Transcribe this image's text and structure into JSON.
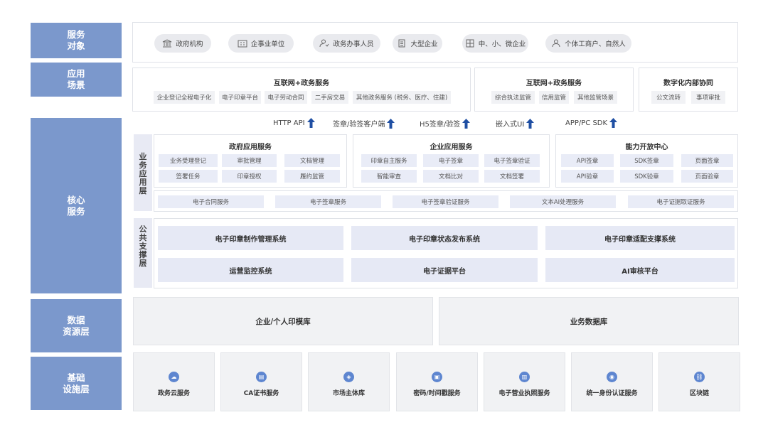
{
  "layers": {
    "service_objects": "服务\n对象",
    "scenarios": "应用\n场景",
    "core": "核心\n服务",
    "data": "数据\n资源层",
    "infra": "基础\n设施层"
  },
  "service_objects": [
    {
      "label": "政府机构",
      "icon": "government-building-icon"
    },
    {
      "label": "企事业单位",
      "icon": "office-building-icon"
    },
    {
      "label": "政务办事人员",
      "icon": "staff-person-icon"
    },
    {
      "label": "大型企业",
      "icon": "enterprise-building-icon"
    },
    {
      "label": "中、小、微企业",
      "icon": "small-business-icon"
    },
    {
      "label": "个体工商户、自然人",
      "icon": "person-icon"
    }
  ],
  "scenarios": [
    {
      "title": "互联网+政务服务",
      "tags": [
        "企业登记全程电子化",
        "电子印章平台",
        "电子劳动合同",
        "二手房交易",
        "其他政务服务 (税务、医疗、住建)"
      ]
    },
    {
      "title": "互联网+政务服务",
      "tags": [
        "综合执法监管",
        "信用监管",
        "其他监管场景"
      ]
    },
    {
      "title": "数字化内部协同",
      "tags": [
        "公文流转",
        "事项审批"
      ]
    }
  ],
  "apis": [
    "HTTP API",
    "签章/验签客户端",
    "H5签章/验签",
    "嵌入式UI",
    "APP/PC SDK"
  ],
  "business_layer": {
    "label": "业务应用层",
    "services": [
      {
        "title": "政府应用服务",
        "items": [
          "业务受理登记",
          "审批管理",
          "文档管理",
          "签署任务",
          "印章授权",
          "履约监管"
        ]
      },
      {
        "title": "企业应用服务",
        "items": [
          "印章自主服务",
          "电子签章",
          "电子签章验证",
          "智能审查",
          "文档比对",
          "文档签署"
        ]
      },
      {
        "title": "能力开放中心",
        "items": [
          "API签章",
          "SDK签章",
          "页面签章",
          "API验章",
          "SDK验章",
          "页面验章"
        ]
      }
    ],
    "bottom_row": [
      "电子合同服务",
      "电子签章服务",
      "电子签章验证服务",
      "文本AI处理服务",
      "电子证据取证服务"
    ]
  },
  "support_layer": {
    "label": "公共支撑层",
    "systems": [
      "电子印章制作管理系统",
      "电子印章状态发布系统",
      "电子印章适配支撑系统",
      "运营监控系统",
      "电子证据平台",
      "AI审核平台"
    ]
  },
  "data_layer": [
    "企业/个人印模库",
    "业务数据库"
  ],
  "infra_layer": [
    {
      "label": "政务云服务",
      "icon": "cloud-icon"
    },
    {
      "label": "CA证书服务",
      "icon": "certificate-icon"
    },
    {
      "label": "市场主体库",
      "icon": "cube-icon"
    },
    {
      "label": "密码/时间戳服务",
      "icon": "lock-icon"
    },
    {
      "label": "电子营业执照服务",
      "icon": "license-icon"
    },
    {
      "label": "统一身份认证服务",
      "icon": "identity-icon"
    },
    {
      "label": "区块链",
      "icon": "blockchain-icon"
    }
  ],
  "colors": {
    "side": "#7b98cc",
    "accent": "#1f4fa3",
    "icon": "#5e86d0"
  }
}
